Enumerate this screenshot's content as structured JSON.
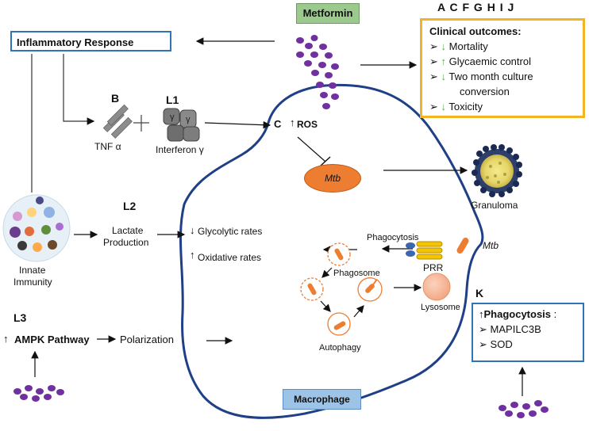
{
  "metformin": "Metformin",
  "macrophage": "Macrophage",
  "inflammatory_response": "Inflammatory  Response",
  "letters_top": "A  C  F  G H I  J",
  "clinical": {
    "title": "Clinical outcomes:",
    "items": [
      {
        "text": "Mortality",
        "arrow": "down"
      },
      {
        "text": "Glycaemic control",
        "arrow": "up"
      },
      {
        "text": "Two month culture",
        "arrow": "down"
      },
      {
        "text": "conversion",
        "arrow": ""
      },
      {
        "text": "Toxicity",
        "arrow": "down"
      }
    ]
  },
  "labels": {
    "b": "B",
    "l1": "L1",
    "l2": "L2",
    "l3": "L3",
    "c": "C",
    "k": "K",
    "tnf": "TNF α",
    "ifn": "Interferon γ",
    "ros": "ROS",
    "mtb_inner": "Mtb",
    "mtb_outer": "Mtb",
    "granuloma": "Granuloma",
    "lactate_1": "Lactate",
    "lactate_2": "Production",
    "glycolytic": "Glycolytic rates",
    "oxidative": "Oxidative rates",
    "innate_1": "Innate",
    "innate_2": "Immunity",
    "ampk": "AMPK Pathway",
    "polarization": "Polarization",
    "phagocytosis": "Phagocytosis",
    "phagosome": "Phagosome",
    "lysosome": "Lysosome",
    "autophagy": "Autophagy",
    "prr": "PRR",
    "gamma": "γ"
  },
  "phago_box": {
    "title": "Phagocytosis",
    "colon": ":",
    "items": [
      "MAPILC3B",
      "SOD"
    ]
  },
  "colors": {
    "metformin_box": "#9cc98e",
    "macrophage_box": "#9dc3e6",
    "cell_outline": "#1f3f86",
    "pill": "#7030a0",
    "mtb": "#ed7d31",
    "clinical_border": "#f2b325",
    "blue_border": "#2e75b6",
    "green_arrow": "#5aaa4a"
  }
}
